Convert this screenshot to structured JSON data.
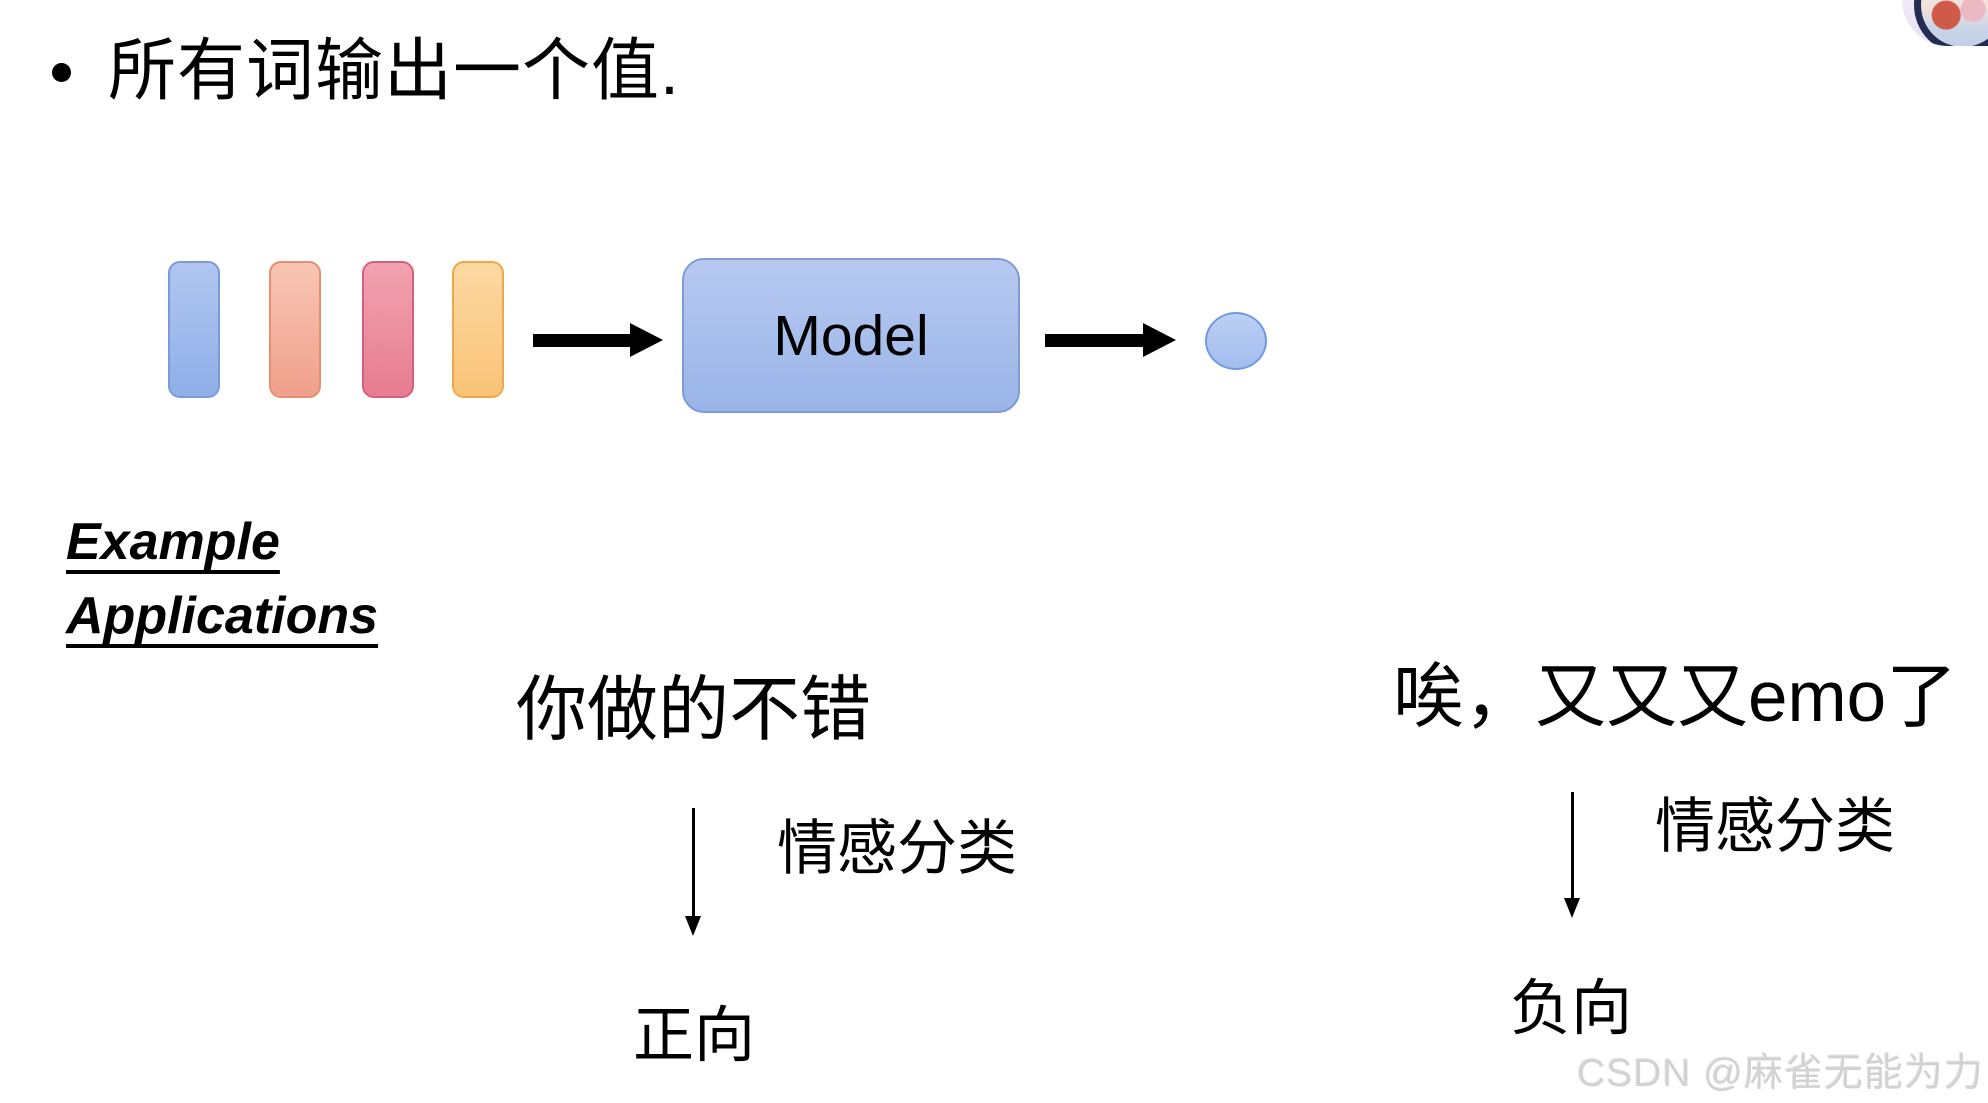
{
  "slide": {
    "bullet": {
      "text": "所有词输出一个值."
    },
    "diagram": {
      "model_label": "Model",
      "token_bars": [
        {
          "name": "token-bar-1",
          "fill_top": "#b0c6f0",
          "fill_bottom": "#8fafe8",
          "border": "#7b9bd7"
        },
        {
          "name": "token-bar-2",
          "fill_top": "#f8c6b4",
          "fill_bottom": "#f0a08c",
          "border": "#e88c72"
        },
        {
          "name": "token-bar-3",
          "fill_top": "#f1a2b0",
          "fill_bottom": "#e77c92",
          "border": "#d95f77"
        },
        {
          "name": "token-bar-4",
          "fill_top": "#fcd9a2",
          "fill_bottom": "#f9c377",
          "border": "#efa748"
        }
      ],
      "model_box": {
        "fill_top": "#b7c9f0",
        "fill_bottom": "#9ab4e8",
        "border": "#7e9cd3"
      },
      "output_circle": {
        "fill": "#aec5f0",
        "border": "#6f9ae0"
      },
      "flow_arrow_color": "#000000"
    },
    "heading": {
      "line1": "Example",
      "line2": "Applications"
    },
    "examples": {
      "left": {
        "sentence": "你做的不错",
        "arrow_label": "情感分类",
        "result": "正向"
      },
      "right": {
        "sentence": "唉，又又又emo了",
        "arrow_label": "情感分类",
        "result": "负向"
      }
    },
    "watermark": {
      "text": "CSDN @麻雀无能为力",
      "color": "#d2d2d2"
    },
    "avatar_badge": {
      "background": "#eae2f5",
      "ring": "#232c52"
    },
    "icons": {
      "flow": "arrow-right-icon",
      "classify": "arrow-down-icon",
      "bullet": "bullet-dot-icon"
    }
  }
}
